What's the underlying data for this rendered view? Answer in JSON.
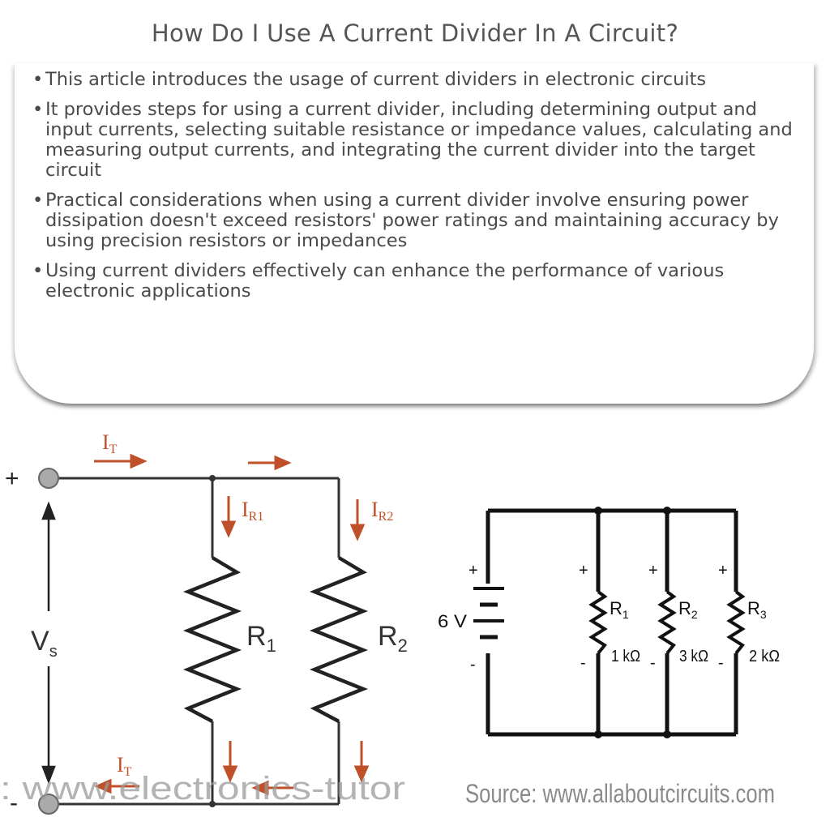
{
  "title": "How Do I Use A Current Divider In A Circuit?",
  "bullets": [
    "This article introduces the usage of current dividers in electronic circuits",
    "It provides steps for using a current divider, including determining output and input currents, selecting suitable resistance or impedance values, calculating and measuring output currents, and integrating the current divider into the target circuit",
    "Practical considerations when using a current divider involve ensuring power dissipation doesn't exceed resistors' power ratings and maintaining accuracy by using precision resistors or impedances",
    "Using current dividers effectively can enhance the performance of various electronic applications"
  ],
  "left_diagram": {
    "plus": "+",
    "minus": "-",
    "it_top": "I",
    "it_top_sub": "T",
    "ir1": "I",
    "ir1_sub": "R1",
    "ir2": "I",
    "ir2_sub": "R2",
    "vs": "V",
    "vs_sub": "s",
    "r1": "R",
    "r1_sub": "1",
    "r2": "R",
    "r2_sub": "2",
    "it_bottom": "I",
    "it_bottom_sub": "T",
    "watermark": ": www.electronics-tutor",
    "arrow_color": "#c0502a"
  },
  "right_diagram": {
    "source_voltage": "6 V",
    "plus": "+",
    "minus": "-",
    "r1": "R",
    "r1_sub": "1",
    "r1_value": "1 kΩ",
    "r2": "R",
    "r2_sub": "2",
    "r2_value": "3 kΩ",
    "r3": "R",
    "r3_sub": "3",
    "r3_value": "2 kΩ",
    "source_credit": "Source: www.allaboutcircuits.com"
  }
}
